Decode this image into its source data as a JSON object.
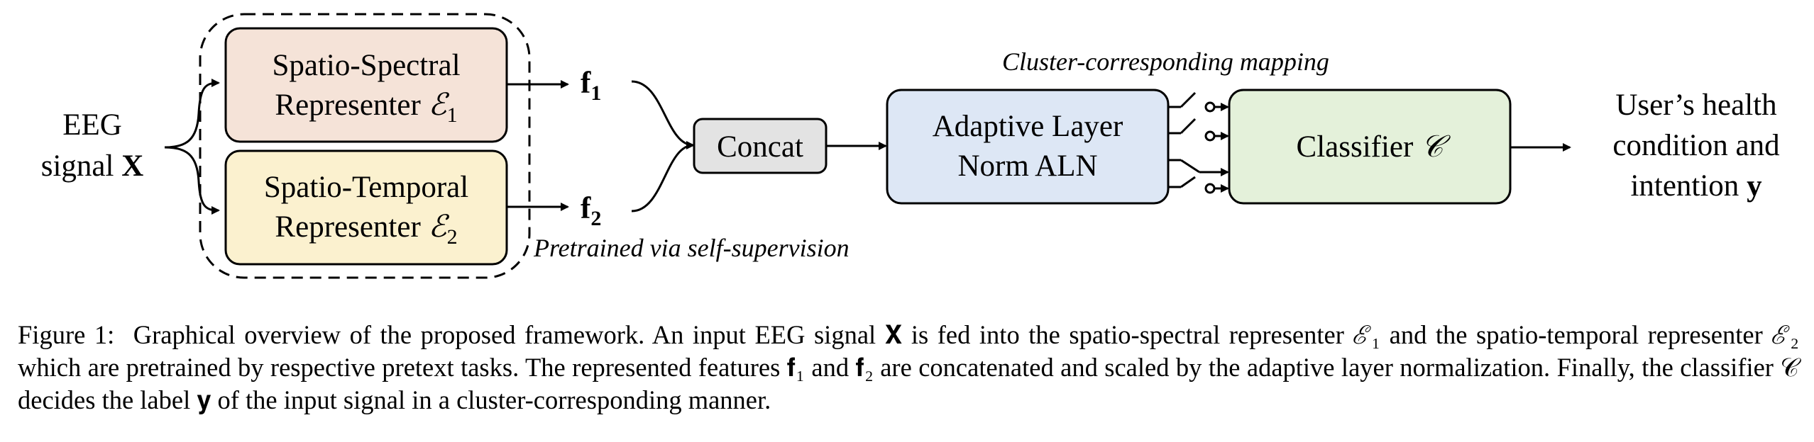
{
  "diagram": {
    "input_label_line1": "EEG",
    "input_label_line2": "signal",
    "input_symbol": "X",
    "spectral_line1": "Spatio-Spectral",
    "spectral_line2": "Representer",
    "spectral_symbol": "ℰ",
    "spectral_sub": "1",
    "temporal_line1": "Spatio-Temporal",
    "temporal_line2": "Representer",
    "temporal_symbol": "ℰ",
    "temporal_sub": "2",
    "f1": "f",
    "f1_sub": "1",
    "f2": "f",
    "f2_sub": "2",
    "pretrained_note": "Pretrained via self-supervision",
    "concat_label": "Concat",
    "aln_line1": "Adaptive Layer",
    "aln_line2": "Norm ALN",
    "mapping_note": "Cluster-corresponding mapping",
    "classifier_label": "Classifier",
    "classifier_symbol": "𝒞",
    "output_line1": "User’s health",
    "output_line2": "condition and",
    "output_line3": "intention",
    "output_symbol": "y"
  },
  "colors": {
    "spectral_fill": "#f5e3d8",
    "temporal_fill": "#fbf1cf",
    "concat_fill": "#e3e3e3",
    "aln_fill": "#dde7f5",
    "classifier_fill": "#e4f1da",
    "stroke": "#000000"
  },
  "caption": {
    "label": "Figure 1:",
    "text": "Graphical overview of the proposed framework. An input EEG signal 𝐗 is fed into the spatio-spectral representer ℰ₁ and the spatio-temporal representer ℰ₂ which are pretrained by respective pretext tasks. The represented features 𝐟₁ and 𝐟₂ are concatenated and scaled by the adaptive layer normalization. Finally, the classifier 𝒞 decides the label 𝐲 of the input signal in a cluster-corresponding manner."
  }
}
